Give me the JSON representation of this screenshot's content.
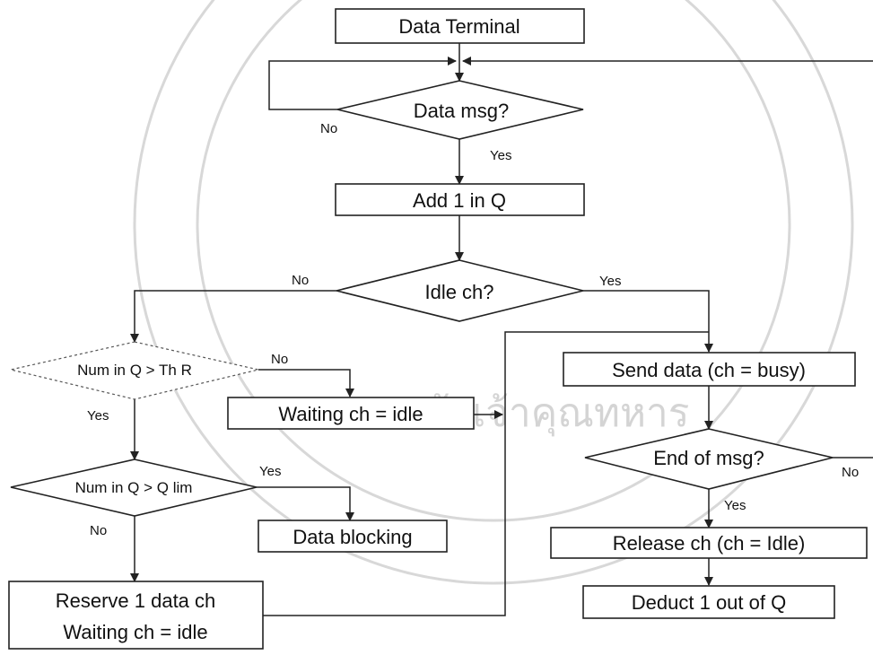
{
  "nodes": {
    "data_terminal": "Data Terminal",
    "data_msg": "Data msg?",
    "add_1_in_q": "Add 1 in Q",
    "idle_ch": "Idle ch?",
    "num_q_thr": "Num in Q > Th R",
    "waiting_idle": "Waiting ch = idle",
    "num_q_qlim": "Num in Q > Q lim",
    "data_blocking": "Data blocking",
    "reserve_line1": "Reserve 1 data ch",
    "reserve_line2": "Waiting ch = idle",
    "send_data": "Send data (ch = busy)",
    "end_of_msg": "End of msg?",
    "release_ch": "Release ch (ch = Idle)",
    "deduct": "Deduct 1 out of Q"
  },
  "edge_labels": {
    "data_msg_no": "No",
    "data_msg_yes": "Yes",
    "idle_no": "No",
    "idle_yes": "Yes",
    "thr_no": "No",
    "thr_yes": "Yes",
    "qlim_yes": "Yes",
    "qlim_no": "No",
    "end_no": "No",
    "end_yes": "Yes"
  },
  "watermark_text": "จอมเกล้าเจ้าคุณทหาร"
}
